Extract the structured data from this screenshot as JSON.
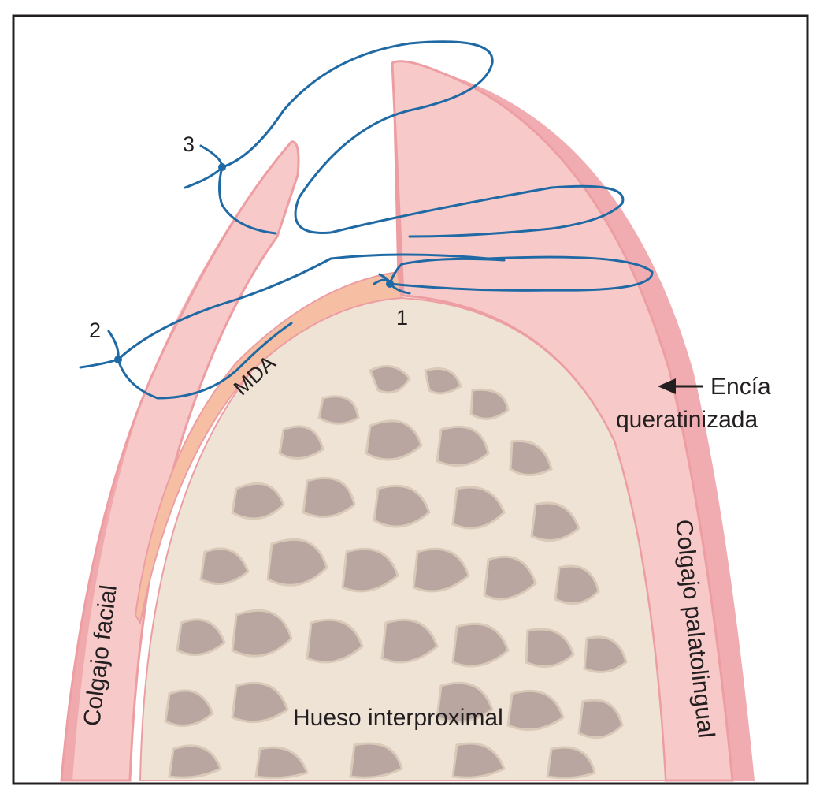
{
  "labels": {
    "number_1": "1",
    "number_2": "2",
    "number_3": "3",
    "mda": "MDA",
    "encia_line1": "Encía",
    "encia_line2": "queratinizada",
    "colgajo_facial": "Colgajo facial",
    "colgajo_palatolingual": "Colgajo palatolingual",
    "hueso": "Hueso interproximal"
  },
  "colors": {
    "flap_pink": "#f8c9c9",
    "flap_edge": "#ed9ea3",
    "mda_orange": "#f6bfa3",
    "bone_fill": "#efe3d6",
    "marrow": "#b9a6a0",
    "suture_blue": "#1f6aa5",
    "frame": "#231f20"
  }
}
